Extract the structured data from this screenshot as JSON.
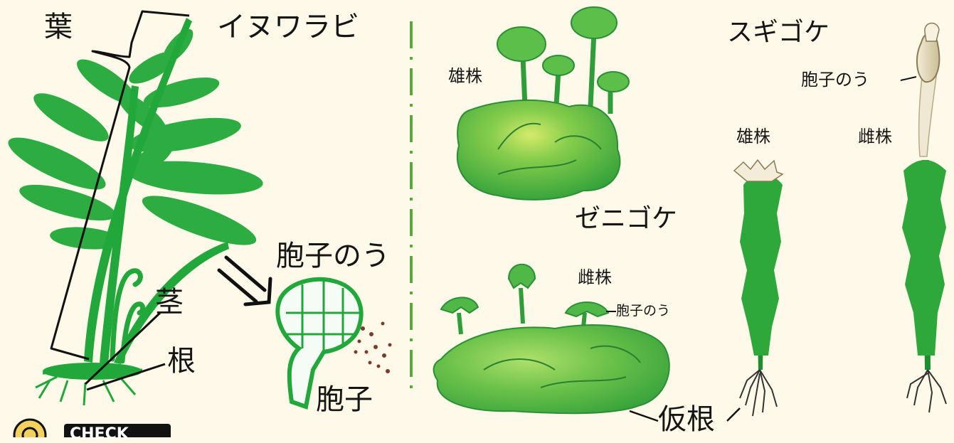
{
  "fern": {
    "title": "イヌワラビ",
    "leaf": "葉",
    "stem": "茎",
    "root": "根",
    "sporangium": "胞子のう",
    "spore": "胞子"
  },
  "liverwort": {
    "title": "ゼニゴケ",
    "male": "雄株",
    "female": "雌株",
    "sporangium": "胞子のう"
  },
  "moss": {
    "title": "スギゴケ",
    "male": "雄株",
    "female": "雌株",
    "sporangium": "胞子のう"
  },
  "rhizoid": "仮根",
  "badge": "CHECK",
  "colors": {
    "background": "#fff9e9",
    "plant_green": "#22a83a",
    "moss_light": "#7fce52",
    "divider": "#5aa83a"
  }
}
